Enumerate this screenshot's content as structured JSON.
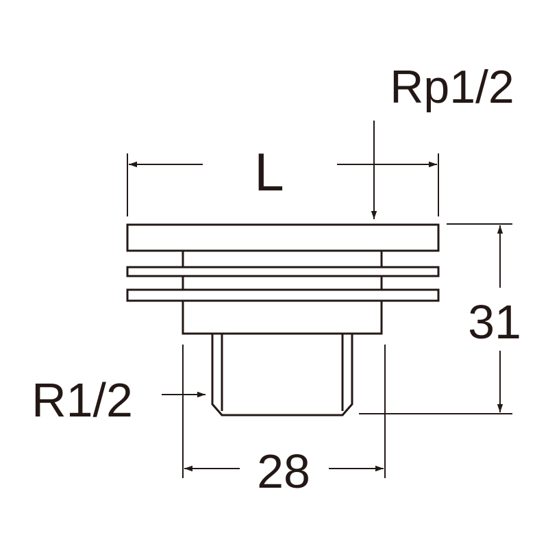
{
  "diagram": {
    "labels": {
      "top_thread": "Rp1/2",
      "width_dim": "L",
      "height_dim": "31",
      "bottom_thread": "R1/2",
      "bottom_dim": "28"
    },
    "colors": {
      "line": "#231815",
      "background": "#ffffff"
    }
  }
}
